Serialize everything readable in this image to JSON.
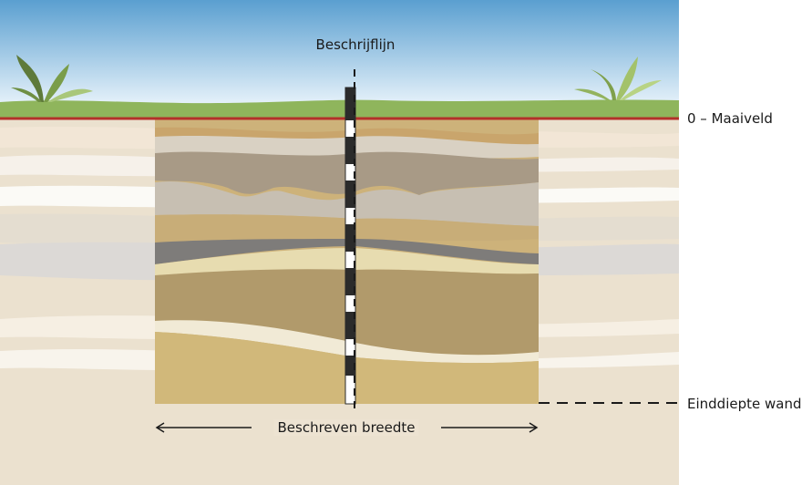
{
  "labels": {
    "description_line": "Beschrijflijn",
    "surface_level": "0 – Maaiveld",
    "final_depth_wall": "Einddiepte wand",
    "described_width": "Beschreven breedte"
  },
  "colors": {
    "sky_top": "#5a9fd0",
    "sky_bottom": "#eaf4fb",
    "grass": "#8fb55c",
    "surface_line": "#b3312a",
    "soil_base": "#e9dfcc",
    "measuring_pole_dark": "#2b2b2b",
    "measuring_pole_light": "#ffffff"
  }
}
